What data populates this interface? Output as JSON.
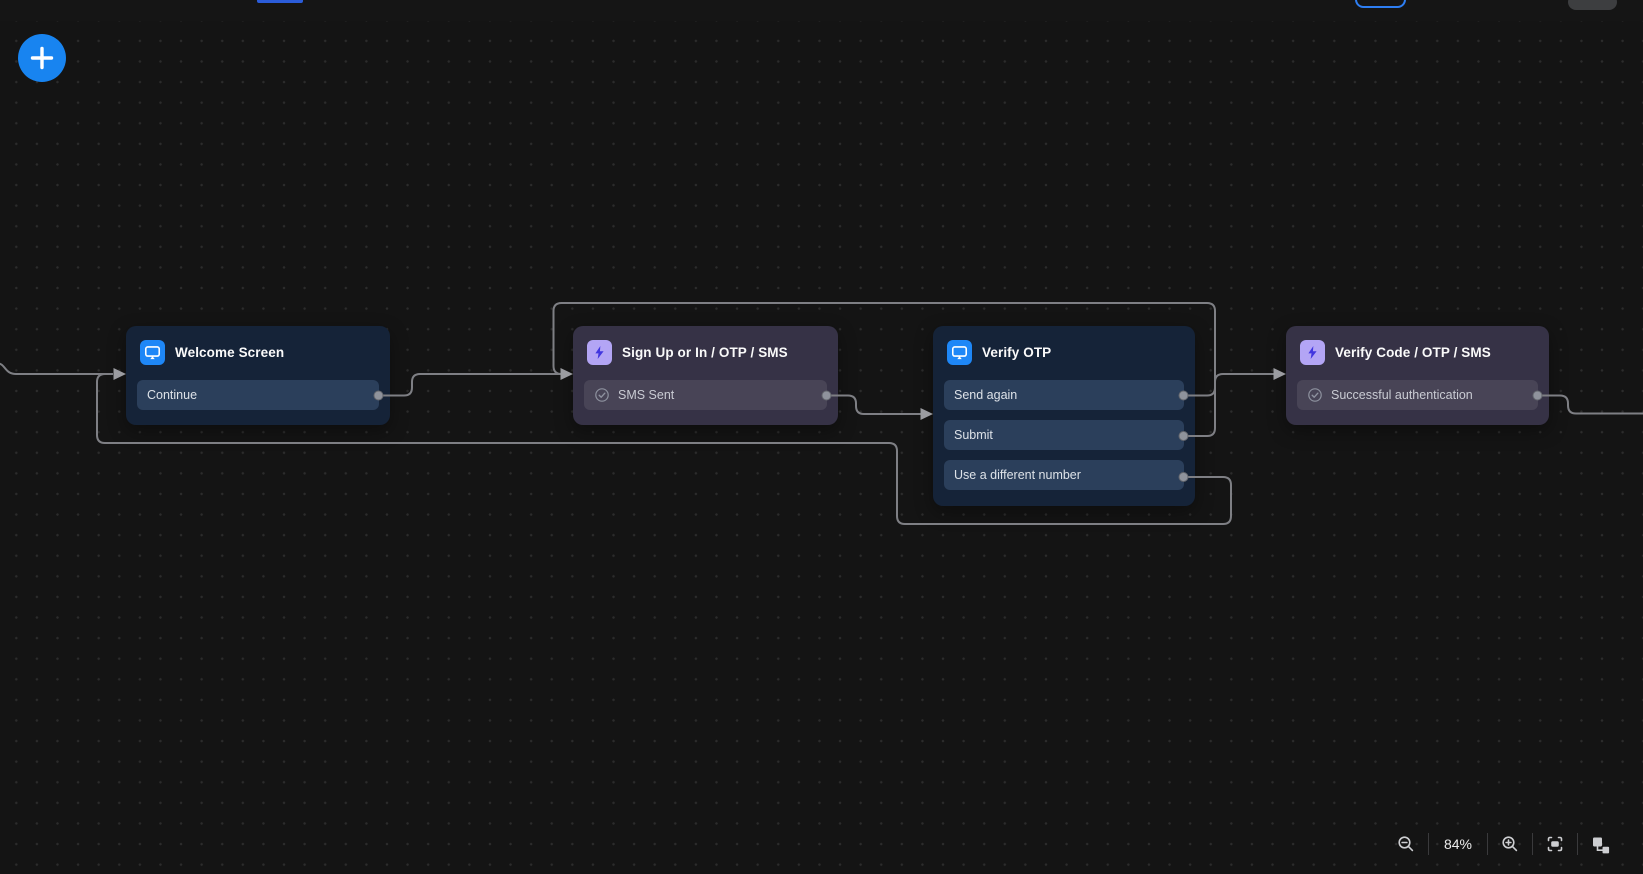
{
  "canvas": {
    "background_color": "#141414",
    "dot_grid_color": "#2c2c2c",
    "accent_underline_color": "#2b5cd9",
    "selected_pill_border_color": "#2e7ef2"
  },
  "add_button": {
    "tooltip_symbol": "plus"
  },
  "nodes": [
    {
      "title": "Welcome Screen",
      "icon": "monitor",
      "variant": "blue",
      "rows": [
        {
          "label": "Continue",
          "check": false
        }
      ]
    },
    {
      "title": "Sign Up or In / OTP / SMS",
      "icon": "bolt",
      "variant": "purple",
      "rows": [
        {
          "label": "SMS Sent",
          "check": true
        }
      ]
    },
    {
      "title": "Verify OTP",
      "icon": "monitor",
      "variant": "blue",
      "rows": [
        {
          "label": "Send again",
          "check": false
        },
        {
          "label": "Submit",
          "check": false
        },
        {
          "label": "Use a different number",
          "check": false
        }
      ]
    },
    {
      "title": "Verify Code / OTP / SMS",
      "icon": "bolt",
      "variant": "purple",
      "rows": [
        {
          "label": "Successful authentication",
          "check": true
        }
      ]
    }
  ],
  "edges": [
    {
      "from": "offscreen-left",
      "to": "Welcome Screen"
    },
    {
      "from": "Welcome Screen / Continue",
      "to": "Sign Up or In / OTP / SMS"
    },
    {
      "from": "Sign Up or In / OTP / SMS / SMS Sent",
      "to": "Verify OTP"
    },
    {
      "from": "Verify OTP / Send again",
      "to": "Sign Up or In / OTP / SMS"
    },
    {
      "from": "Verify OTP / Submit",
      "to": "Verify Code / OTP / SMS"
    },
    {
      "from": "Verify OTP / Use a different number",
      "to": "Welcome Screen"
    },
    {
      "from": "Verify Code / OTP / SMS / Successful authentication",
      "to": "offscreen-right"
    }
  ],
  "colors": {
    "blue_node": "#152338",
    "blue_row": "#2b3f5b",
    "purple_node": "#363246",
    "purple_row": "#484456",
    "blue_icon": "#1e87f7",
    "purple_icon": "#b3a5f5",
    "bolt_glyph": "#4136df",
    "edge": "#7e7f84",
    "port": "#8f939c",
    "add_button": "#1884f0"
  },
  "toolbar": {
    "zoom_label": "84%"
  }
}
